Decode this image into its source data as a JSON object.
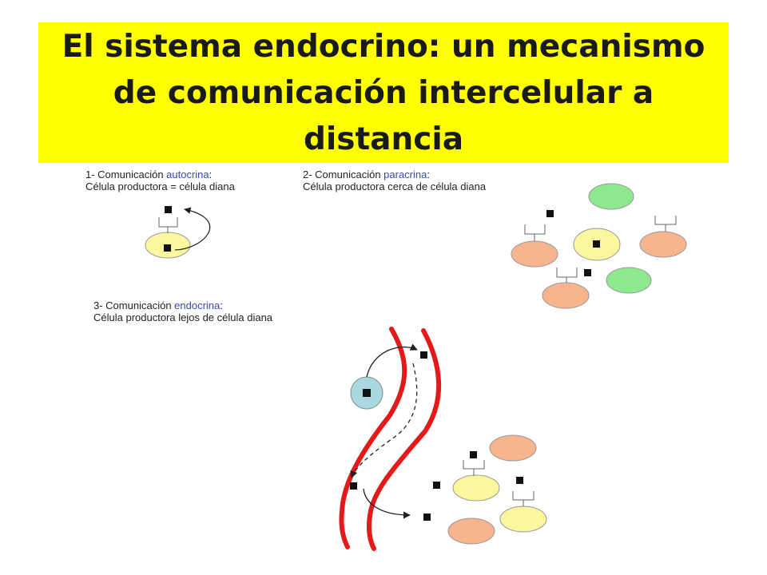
{
  "slide": {
    "title": "El sistema endocrino: un mecanismo de comunicación intercelular a distancia",
    "colors": {
      "title_bg": "#ffff00",
      "keyword": "#3b4aa8",
      "cell_yellow": "#fbf79e",
      "cell_orange": "#f8b48c",
      "cell_green": "#8ee88e",
      "cell_blue": "#a9d8e0",
      "vessel": "#e41a1a"
    }
  },
  "panels": [
    {
      "heading_prefix": "1- Comunicación ",
      "heading_keyword": "autocrina",
      "heading_suffix": ":",
      "description": "Célula productora = célula diana"
    },
    {
      "heading_prefix": "2- Comunicación ",
      "heading_keyword": "paracrina",
      "heading_suffix": ":",
      "description": "Célula productora cerca de célula diana"
    },
    {
      "heading_prefix": "3- Comunicación ",
      "heading_keyword": "endocrina",
      "heading_suffix": ":",
      "description": "Célula productora lejos de célula diana"
    }
  ]
}
